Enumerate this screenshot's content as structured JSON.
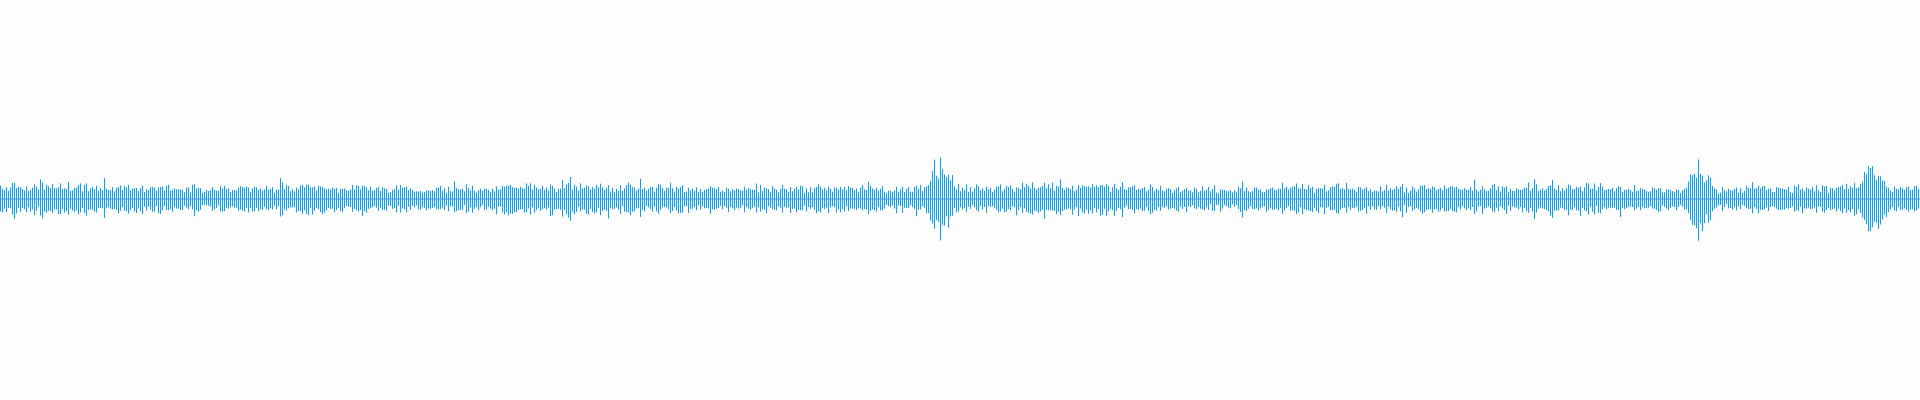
{
  "waveform": {
    "background_color": "#fdfdfd",
    "wave_color": "#3f8fd8",
    "shape": "audio-waveform",
    "typical_amplitude": 0.12,
    "peak_amplitude": 0.3,
    "peak_positions": [
      0.49,
      0.885,
      0.975
    ]
  }
}
